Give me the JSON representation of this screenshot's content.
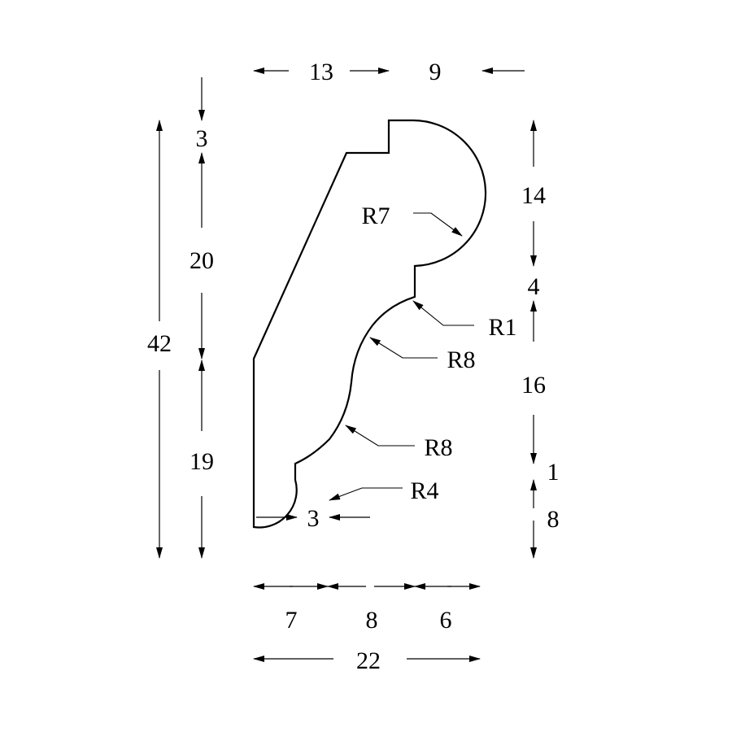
{
  "dimensions": {
    "top_left": "13",
    "top_right": "9",
    "left_overall": "42",
    "left_top": "3",
    "left_middle": "20",
    "left_bottom": "19",
    "right_14": "14",
    "right_4": "4",
    "right_16": "16",
    "right_1": "1",
    "right_8": "8",
    "bottom_7": "7",
    "bottom_8": "8",
    "bottom_6": "6",
    "bottom_overall": "22",
    "inner_3": "3"
  },
  "radii": {
    "r7": "R7",
    "r1": "R1",
    "r8_upper": "R8",
    "r8_lower": "R8",
    "r4": "R4"
  },
  "colors": {
    "stroke": "#000000",
    "background": "#ffffff"
  }
}
